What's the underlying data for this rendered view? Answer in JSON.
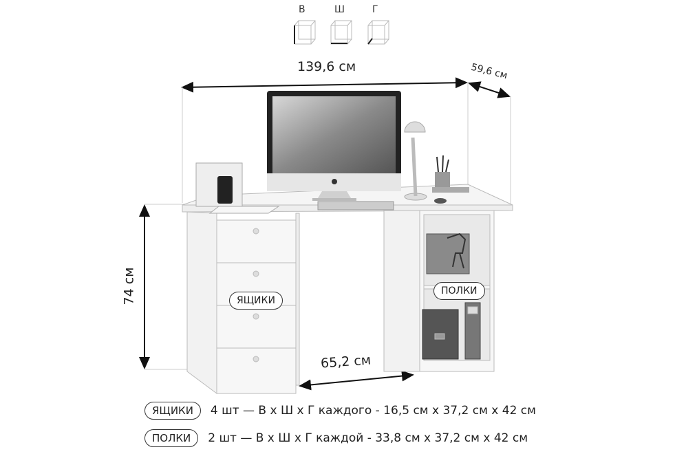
{
  "axes_legend": {
    "height": "В",
    "width": "Ш",
    "depth": "Г"
  },
  "dimensions": {
    "width": "139,6 см",
    "depth": "59,6 см",
    "height": "74 см",
    "gap": "65,2 см"
  },
  "callouts": {
    "drawers": "ЯЩИКИ",
    "shelves": "ПОЛКИ"
  },
  "legend": [
    {
      "tag": "ЯЩИКИ",
      "text": "4 шт — В х Ш х Г каждого - 16,5 см х 37,2 см х 42 см"
    },
    {
      "tag": "ПОЛКИ",
      "text": "2 шт — В х Ш х Г каждой - 33,8 см х 37,2 см х 42 см"
    }
  ]
}
